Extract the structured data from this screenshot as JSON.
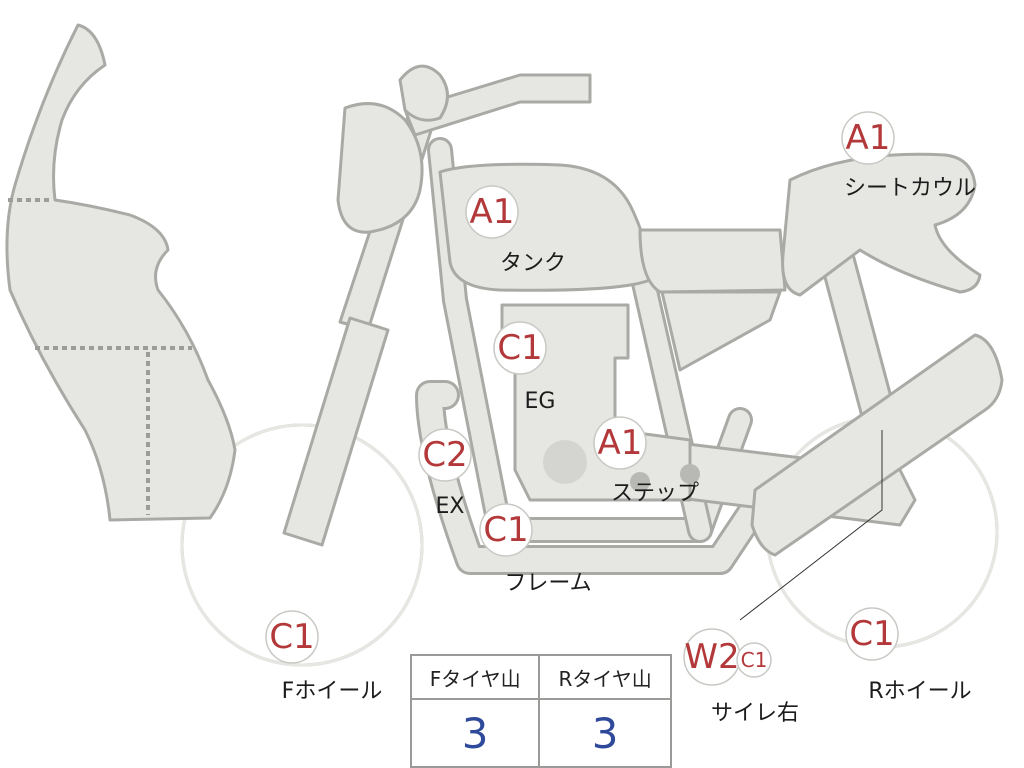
{
  "badges": [
    {
      "id": "tank",
      "code": "A1",
      "label": "タンク"
    },
    {
      "id": "seat-cowl",
      "code": "A1",
      "label": "シートカウル"
    },
    {
      "id": "engine",
      "code": "C1",
      "label": "EG"
    },
    {
      "id": "exhaust",
      "code": "C2",
      "label": "EX"
    },
    {
      "id": "step",
      "code": "A1",
      "label": "ステップ"
    },
    {
      "id": "frame",
      "code": "C1",
      "label": "フレーム"
    },
    {
      "id": "front-wheel",
      "code": "C1",
      "label": "Fホイール"
    },
    {
      "id": "rear-wheel",
      "code": "C1",
      "label": "Rホイール"
    },
    {
      "id": "silencer-right",
      "code": "W2",
      "sub_code": "C1",
      "label": "サイレ右"
    }
  ],
  "tread_table": {
    "headers": [
      "Fタイヤ山",
      "Rタイヤ山"
    ],
    "values": [
      "3",
      "3"
    ]
  },
  "colors": {
    "part_fill": "#e6e6e3",
    "part_stroke": "#a9aaa6",
    "badge_text": "#b3383a",
    "table_value": "#2f4a9a"
  }
}
